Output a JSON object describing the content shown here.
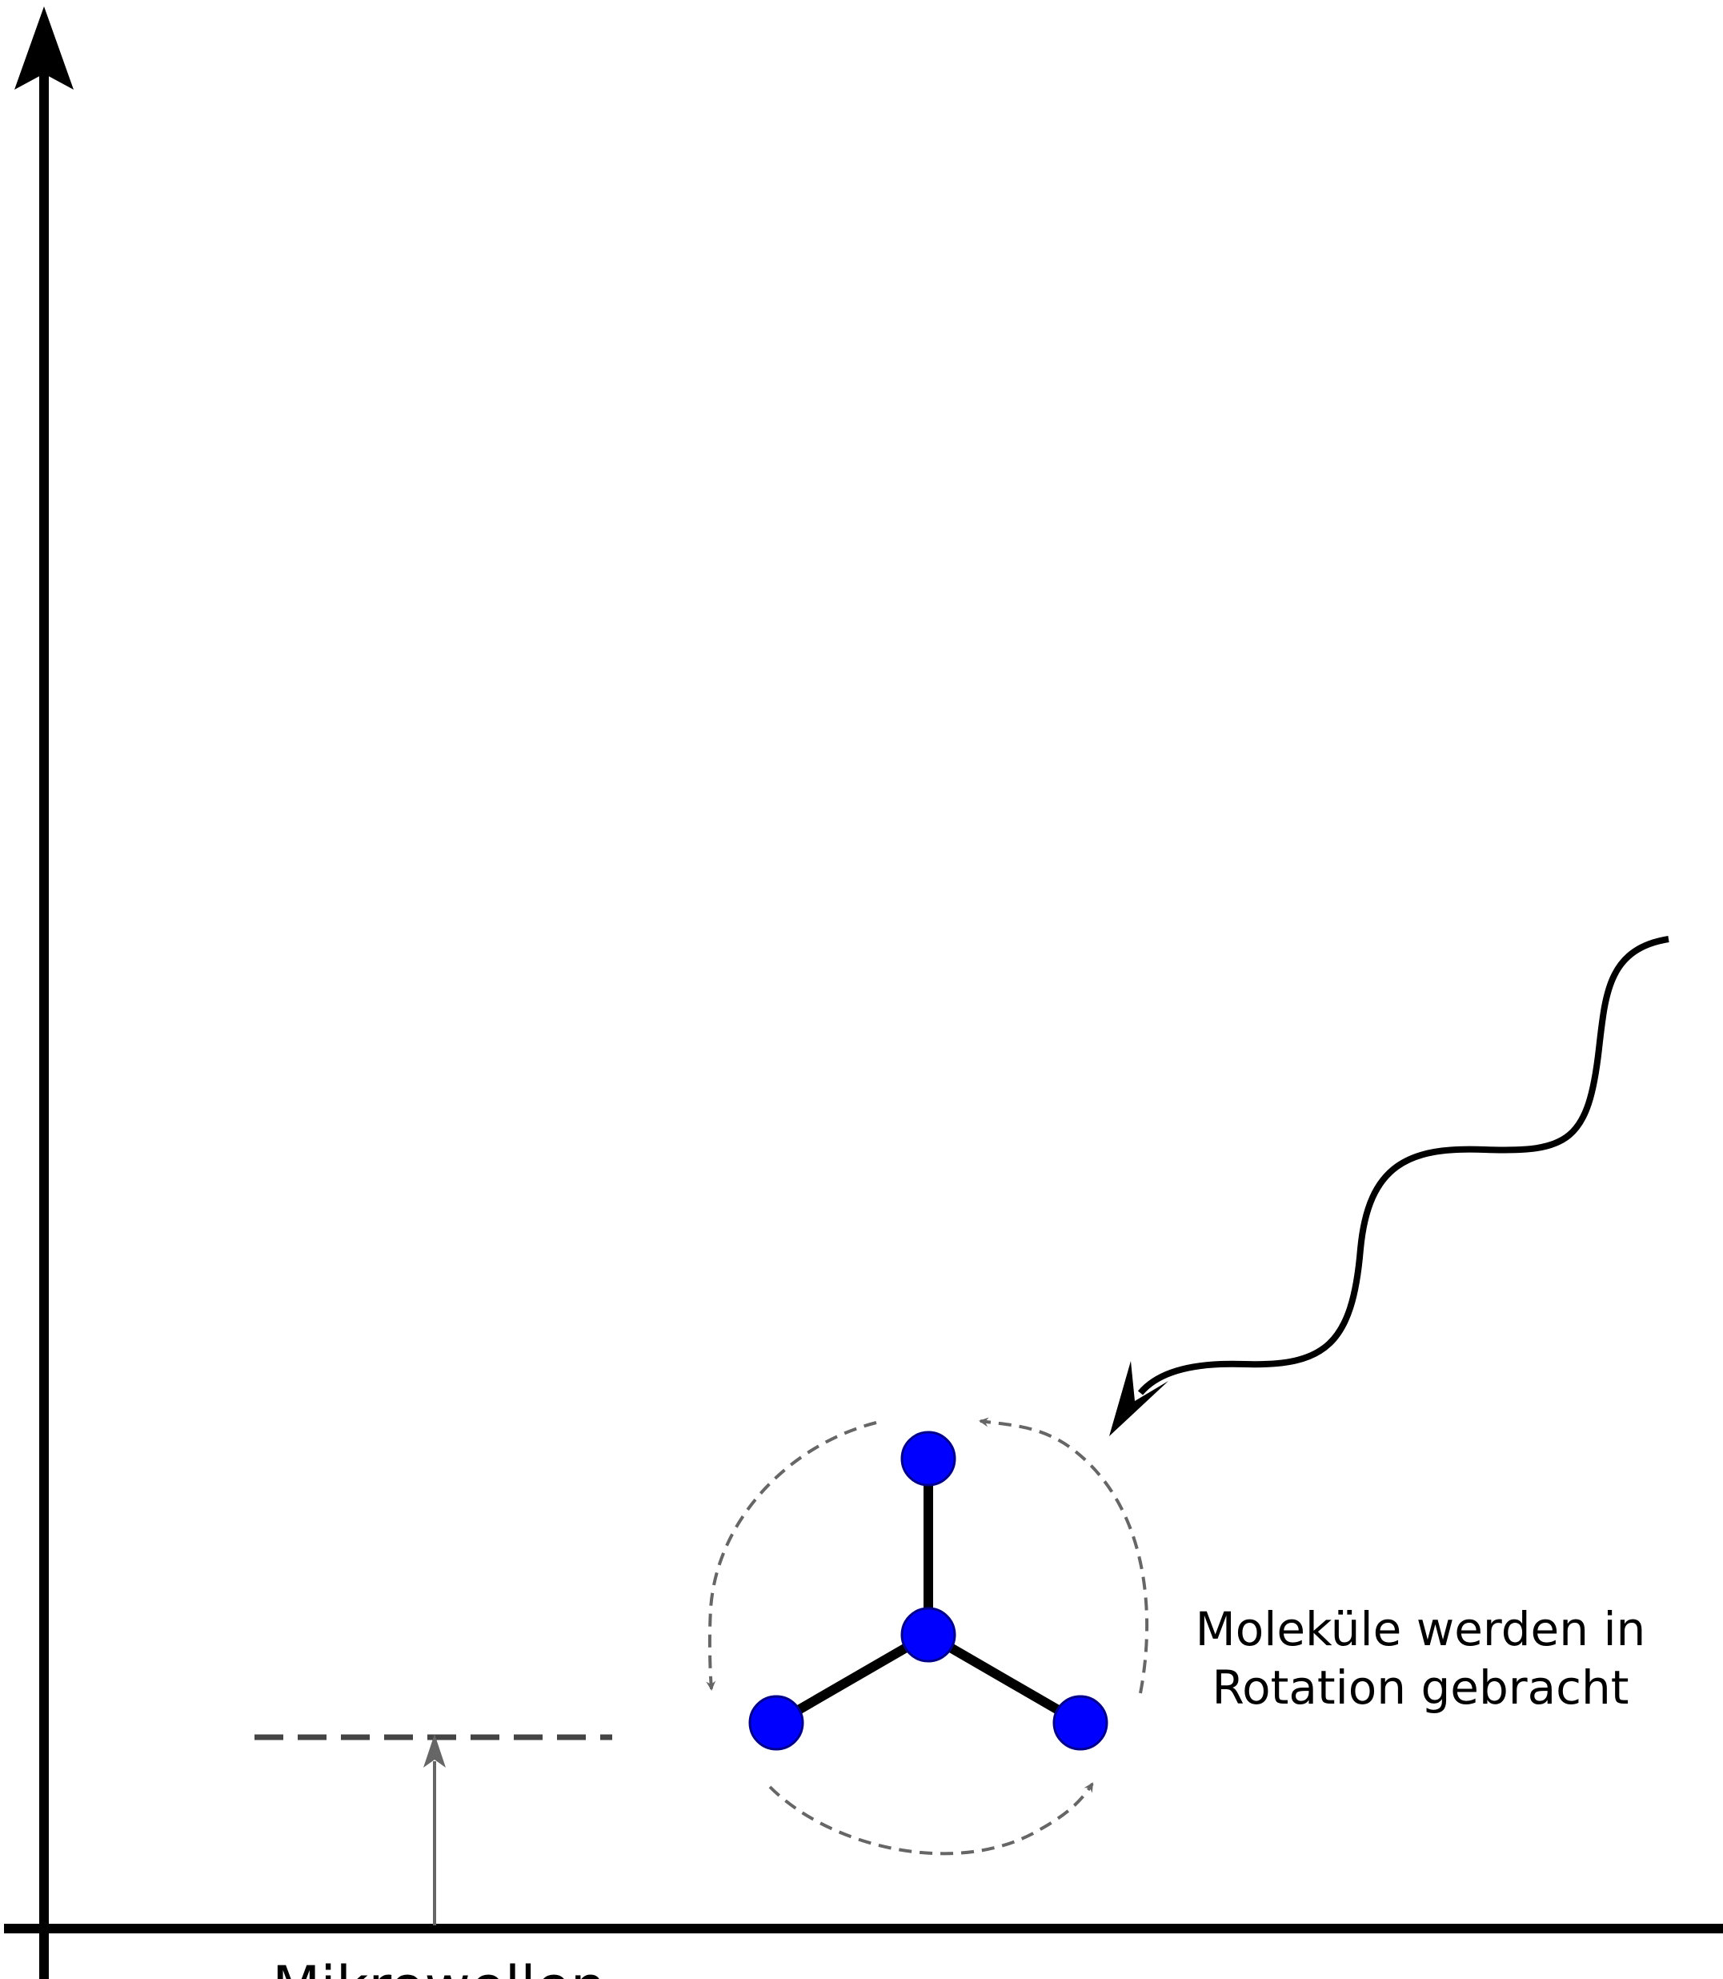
{
  "diagram": {
    "caption_lines": [
      "Moleküle werden in",
      "Rotation gebracht"
    ],
    "bottom_label": "Mikrowellen"
  },
  "colors": {
    "axis": "#000000",
    "atom_fill": "#0000ff",
    "atom_stroke": "#00008b",
    "bond": "#000000",
    "rotation_arrow": "#666666",
    "energy_level": "#444444",
    "transition_arrow": "#666666",
    "wave": "#000000"
  }
}
